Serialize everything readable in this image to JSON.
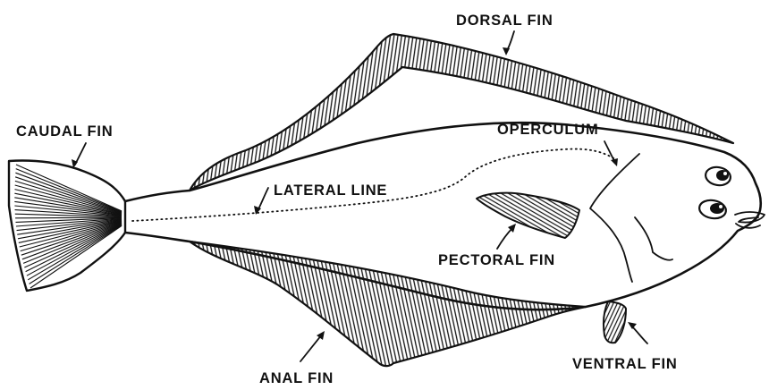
{
  "labels": {
    "dorsal_fin": "DORSAL FIN",
    "caudal_fin": "CAUDAL FIN",
    "operculum": "OPERCULUM",
    "lateral_line": "LATERAL LINE",
    "pectoral_fin": "PECTORAL FIN",
    "anal_fin": "ANAL FIN",
    "ventral_fin": "VENTRAL FIN"
  }
}
